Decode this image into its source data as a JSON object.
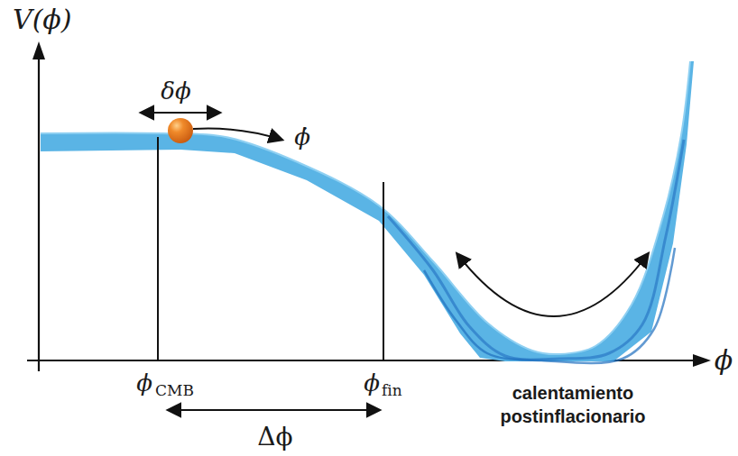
{
  "diagram": {
    "labels": [
      "V(ϕ)",
      "δϕ",
      "ϕ̇",
      "ϕ",
      "CMB",
      "ϕ",
      "fin",
      "ϕ",
      "Δϕ",
      "calentamiento postinflacionario"
    ]
  }
}
